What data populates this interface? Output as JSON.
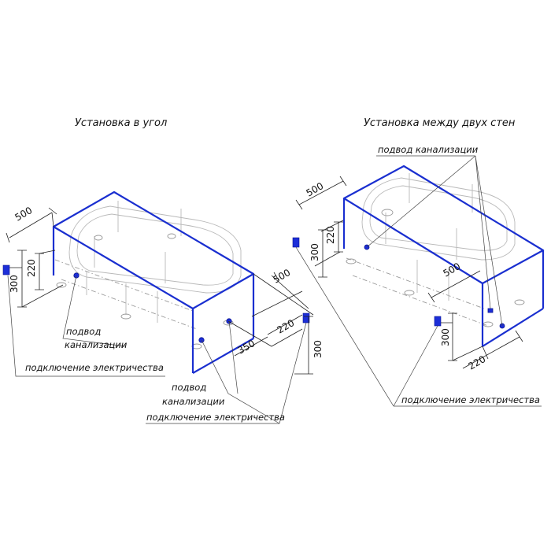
{
  "left": {
    "title": "Установка в угол",
    "dims": {
      "depth": "500",
      "height_300": "300",
      "height_220": "220"
    },
    "right_dims": {
      "depth": "500",
      "height_220": "220",
      "width_350": "350",
      "height_300": "300"
    },
    "labels": {
      "drain_line1": "подвод",
      "drain_line2": "канализации",
      "electric": "подключение электричества",
      "drain2_line1": "подвод",
      "drain2_line2": "канализации",
      "electric2": "подключение электричества"
    }
  },
  "right": {
    "title": "Установка между двух стен",
    "dims": {
      "depth": "500",
      "height_220": "220",
      "height_300": "300",
      "depth_front": "500",
      "height_300b": "300",
      "width_220": "220"
    },
    "labels": {
      "drain": "подвод канализации",
      "electric": "подключение электричества"
    }
  },
  "colors": {
    "edge": "#1a2fd0",
    "port": "#1c2ed8"
  }
}
